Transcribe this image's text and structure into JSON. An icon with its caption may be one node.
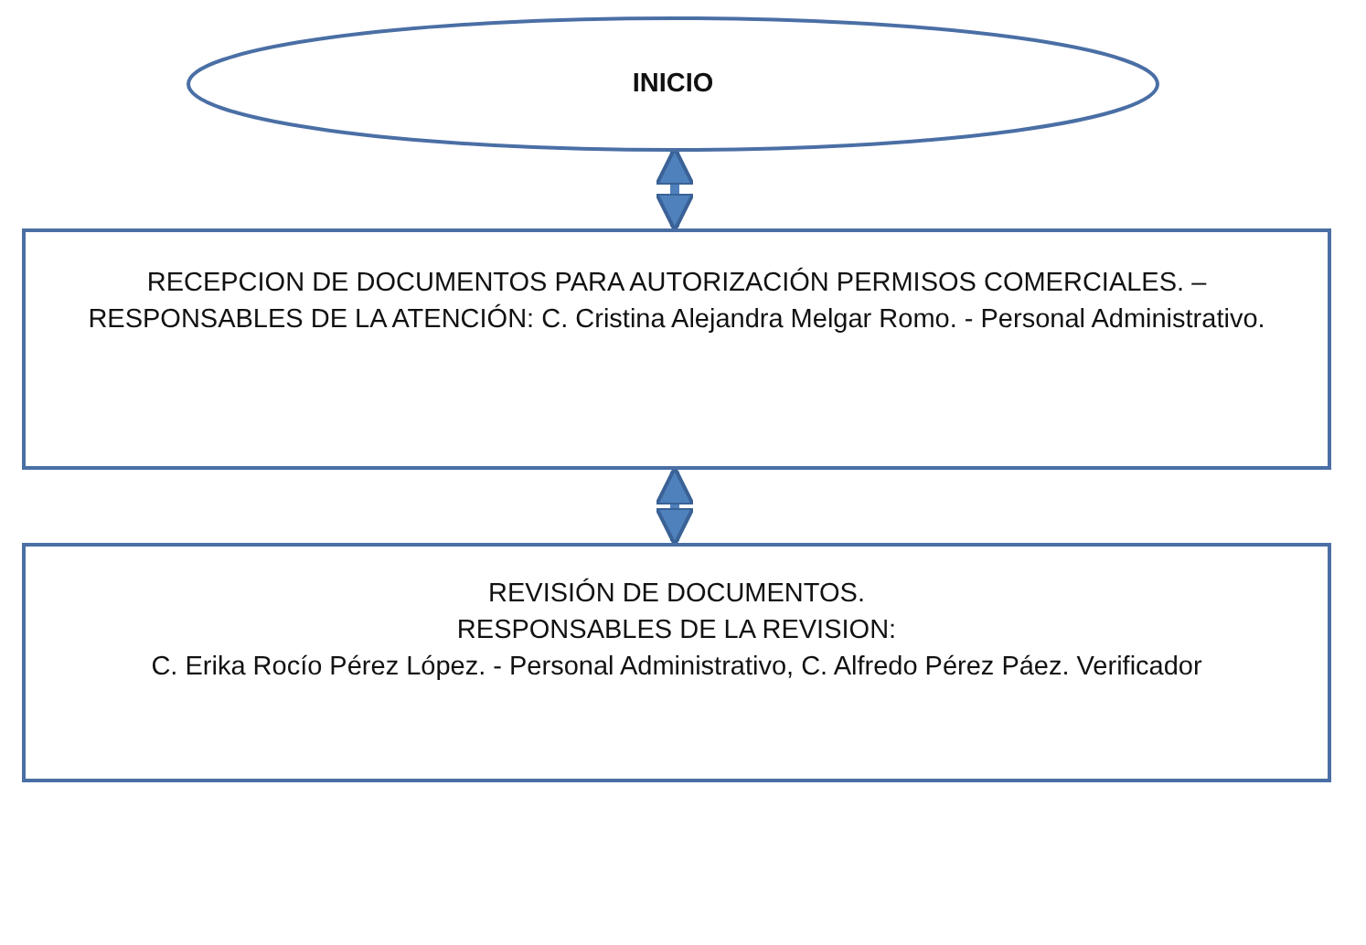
{
  "diagram": {
    "nodes": [
      {
        "text": [
          "INICIO"
        ]
      },
      {
        "text": [
          "RECEPCION DE DOCUMENTOS PARA AUTORIZACIÓN PERMISOS COMERCIALES. – RESPONSABLES DE LA ATENCIÓN: C. Cristina Alejandra Melgar Romo. - Personal Administrativo."
        ]
      },
      {
        "text": [
          "REVISIÓN DE DOCUMENTOS.",
          "RESPONSABLES DE LA REVISION:",
          "C. Erika Rocío Pérez López. - Personal Administrativo, C. Alfredo Pérez Páez. Verificador"
        ]
      }
    ],
    "edges": [
      {
        "from": 0,
        "to": 1,
        "arrow": "both"
      },
      {
        "from": 1,
        "to": 2,
        "arrow": "both"
      }
    ]
  }
}
